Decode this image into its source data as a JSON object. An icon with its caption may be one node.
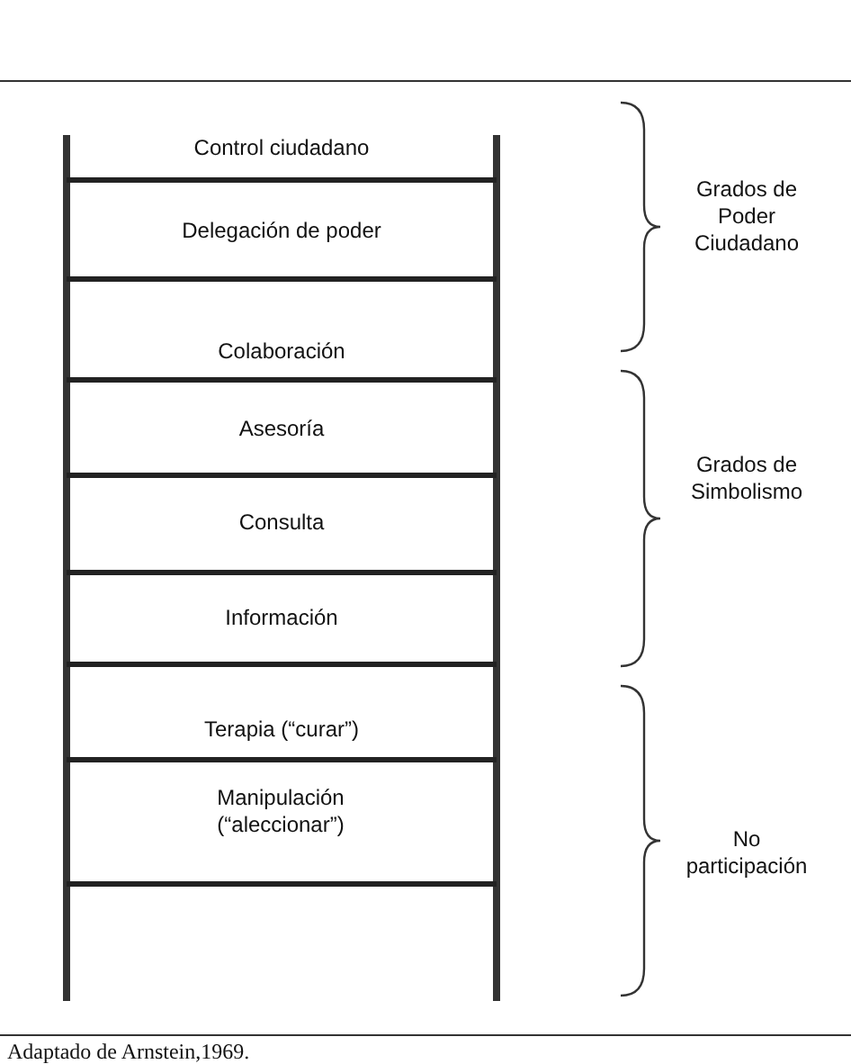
{
  "diagram": {
    "caption": "Adaptado de  Arnstein,1969.",
    "labels": [
      "Control ciudadano",
      "Delegación de poder",
      "Colaboración",
      "Asesoría",
      "Consulta",
      "Información",
      "Terapia (“curar”)",
      "Manipulación (“aleccionar”)",
      "Grados de Poder Ciudadano",
      "Grados de Simbolismo",
      "No participación"
    ]
  }
}
